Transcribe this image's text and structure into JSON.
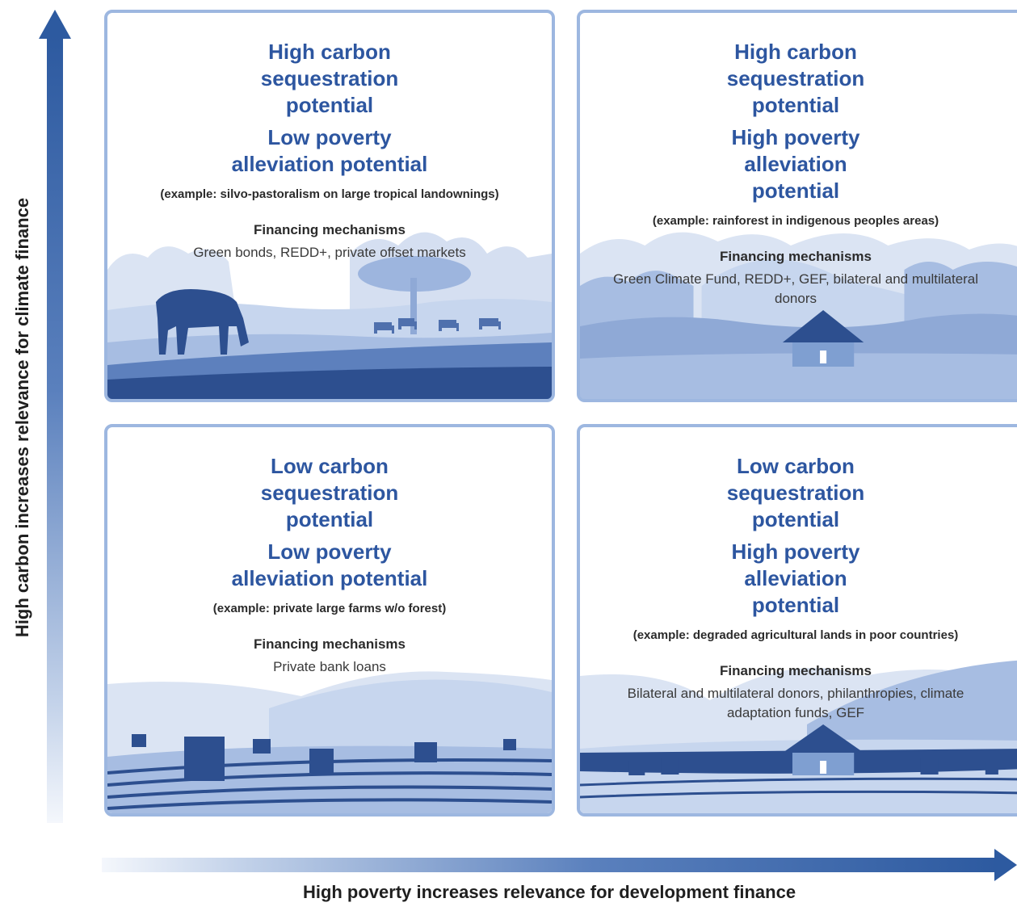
{
  "y_axis": {
    "label": "High carbon increases relevance for climate finance"
  },
  "x_axis": {
    "label": "High poverty increases relevance for development finance"
  },
  "quadrants": [
    {
      "carbon": "High carbon sequestration potential",
      "poverty": "Low poverty alleviation potential",
      "example": "(example: silvo-pastoralism on large tropical landownings)",
      "financing_title": "Financing mechanisms",
      "financing": "Green bonds, REDD+, private offset markets"
    },
    {
      "carbon": "High carbon sequestration potential",
      "poverty": "High poverty alleviation potential",
      "example": "(example: rainforest in indigenous peoples areas)",
      "financing_title": "Financing mechanisms",
      "financing": "Green Climate Fund, REDD+, GEF, bilateral and multilateral donors"
    },
    {
      "carbon": "Low carbon sequestration potential",
      "poverty": "Low poverty alleviation potential",
      "example": "(example: private large farms w/o forest)",
      "financing_title": "Financing mechanisms",
      "financing": "Private bank loans"
    },
    {
      "carbon": "Low carbon sequestration potential",
      "poverty": "High poverty alleviation potential",
      "example": "(example: degraded agricultural lands in poor countries)",
      "financing_title": "Financing mechanisms",
      "financing": "Bilateral and multilateral donors, philanthropies, climate adaptation funds, GEF"
    }
  ],
  "colors": {
    "heading": "#2d56a0",
    "border": "#9db7e0",
    "arrow": "#2d5aa0",
    "scene_dark": "#2d4f8f",
    "scene_mid": "#7f9fd1",
    "scene_light": "#c7d6ee"
  }
}
